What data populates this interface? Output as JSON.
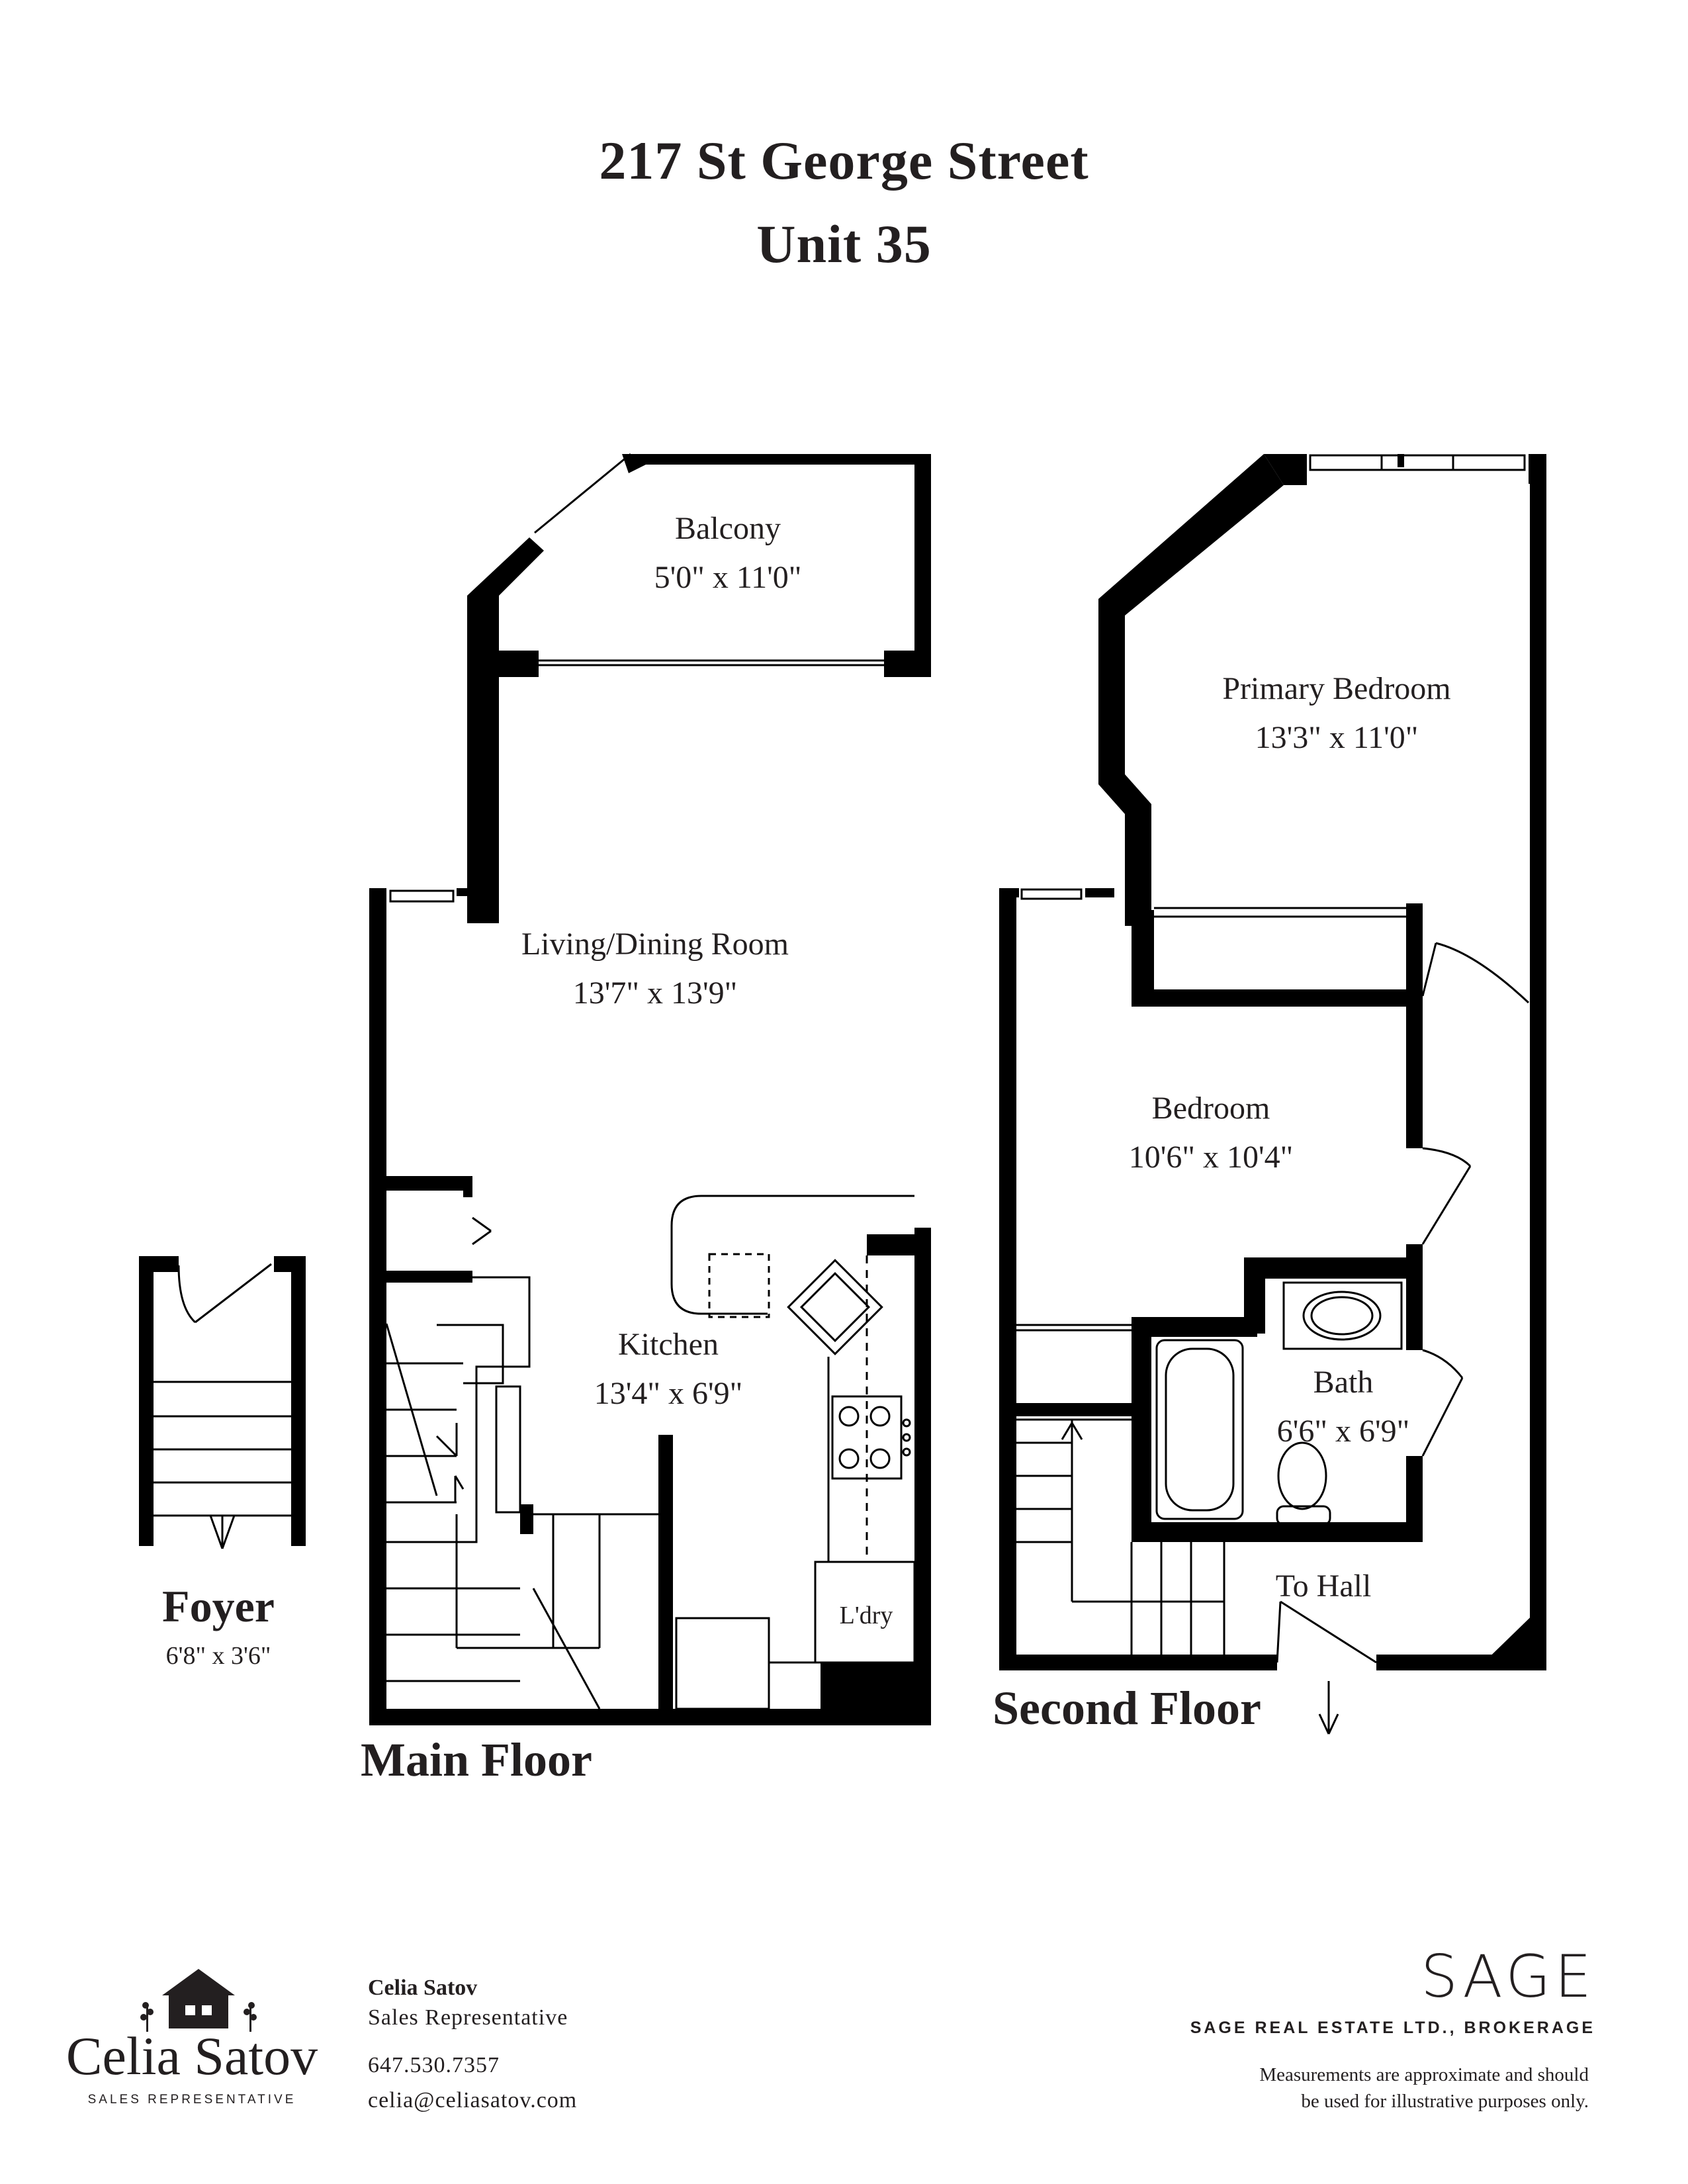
{
  "header": {
    "address": "217 St George Street",
    "unit": "Unit 35"
  },
  "rooms": {
    "balcony": {
      "name": "Balcony",
      "size": "5'0\" x 11'0\""
    },
    "living": {
      "name": "Living/Dining Room",
      "size": "13'7\" x 13'9\""
    },
    "kitchen": {
      "name": "Kitchen",
      "size": "13'4\" x 6'9\""
    },
    "laundry": {
      "name": "L'dry"
    },
    "foyer": {
      "name": "Foyer",
      "size": "6'8\" x 3'6\""
    },
    "primary": {
      "name": "Primary Bedroom",
      "size": "13'3\" x 11'0\""
    },
    "bedroom": {
      "name": "Bedroom",
      "size": "10'6\" x 10'4\""
    },
    "bath": {
      "name": "Bath",
      "size": "6'6\" x 6'9\""
    },
    "hall": {
      "name": "To Hall"
    }
  },
  "floors": {
    "main": "Main Floor",
    "second": "Second Floor"
  },
  "agent": {
    "name": "Celia Satov",
    "title": "Sales Representative",
    "phone": "647.530.7357",
    "email": "celia@celiasatov.com"
  },
  "logo": {
    "name": "Celia Satov",
    "subtitle": "SALES REPRESENTATIVE"
  },
  "brokerage": {
    "brand": "SAGE",
    "name": "SAGE REAL ESTATE LTD., BROKERAGE",
    "disclaimer_1": "Measurements are approximate and should",
    "disclaimer_2": "be used for illustrative purposes only."
  },
  "colors": {
    "wall": "#000000",
    "text": "#231f20"
  }
}
